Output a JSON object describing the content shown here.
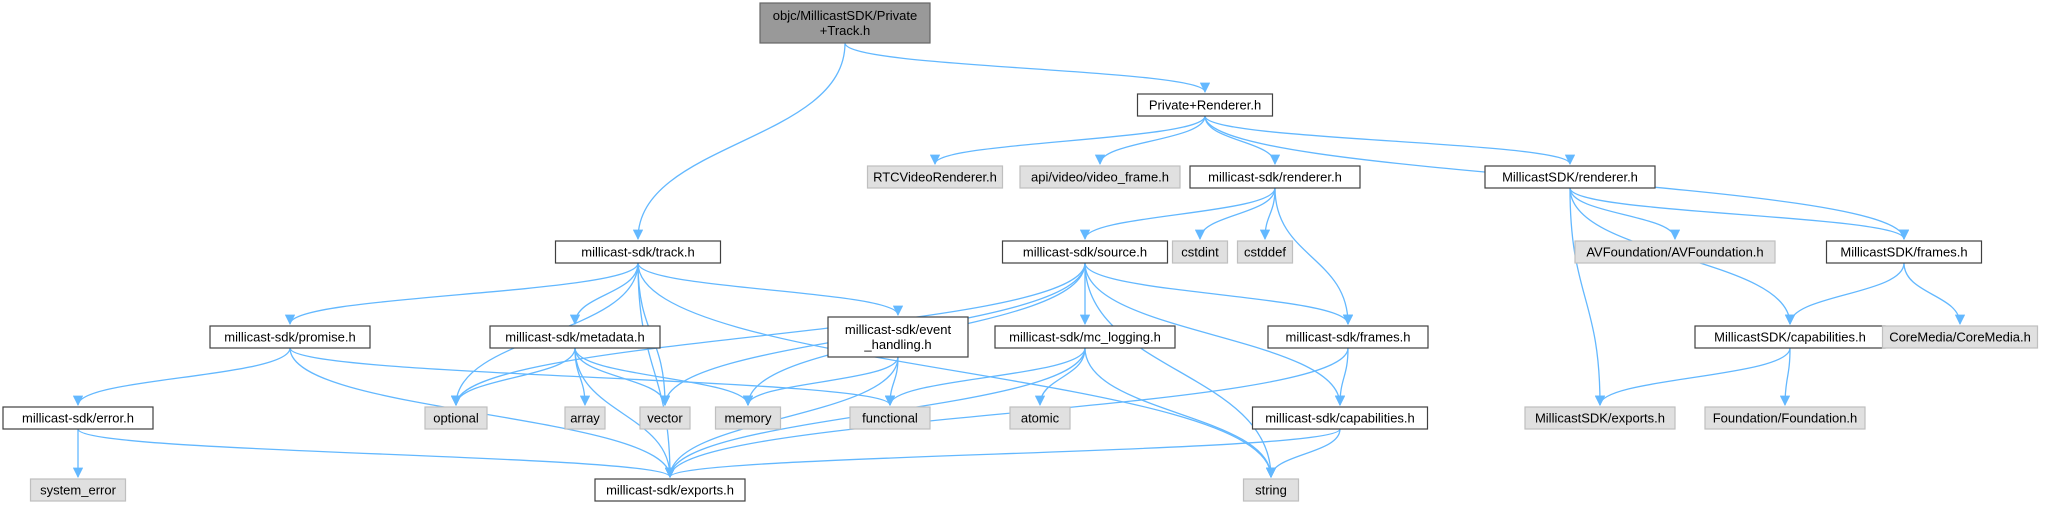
{
  "graph": {
    "nodes": [
      {
        "id": "root",
        "label": [
          "objc/MillicastSDK/Private",
          "+Track.h"
        ],
        "kind": "root"
      },
      {
        "id": "prenderer",
        "label": [
          "Private+Renderer.h"
        ],
        "kind": "local"
      },
      {
        "id": "rtcvideo",
        "label": [
          "RTCVideoRenderer.h"
        ],
        "kind": "system"
      },
      {
        "id": "videoframe",
        "label": [
          "api/video/video_frame.h"
        ],
        "kind": "system"
      },
      {
        "id": "mrenderer",
        "label": [
          "millicast-sdk/renderer.h"
        ],
        "kind": "local"
      },
      {
        "id": "MSrenderer",
        "label": [
          "MillicastSDK/renderer.h"
        ],
        "kind": "local"
      },
      {
        "id": "track",
        "label": [
          "millicast-sdk/track.h"
        ],
        "kind": "local"
      },
      {
        "id": "source",
        "label": [
          "millicast-sdk/source.h"
        ],
        "kind": "local"
      },
      {
        "id": "cstdint",
        "label": [
          "cstdint"
        ],
        "kind": "system"
      },
      {
        "id": "cstddef",
        "label": [
          "cstddef"
        ],
        "kind": "system"
      },
      {
        "id": "avf",
        "label": [
          "AVFoundation/AVFoundation.h"
        ],
        "kind": "system"
      },
      {
        "id": "MSframes",
        "label": [
          "MillicastSDK/frames.h"
        ],
        "kind": "local"
      },
      {
        "id": "promise",
        "label": [
          "millicast-sdk/promise.h"
        ],
        "kind": "local"
      },
      {
        "id": "metadata",
        "label": [
          "millicast-sdk/metadata.h"
        ],
        "kind": "local"
      },
      {
        "id": "event",
        "label": [
          "millicast-sdk/event",
          "_handling.h"
        ],
        "kind": "local"
      },
      {
        "id": "mclog",
        "label": [
          "millicast-sdk/mc_logging.h"
        ],
        "kind": "local"
      },
      {
        "id": "mframes",
        "label": [
          "millicast-sdk/frames.h"
        ],
        "kind": "local"
      },
      {
        "id": "MScap",
        "label": [
          "MillicastSDK/capabilities.h"
        ],
        "kind": "local"
      },
      {
        "id": "coremedia",
        "label": [
          "CoreMedia/CoreMedia.h"
        ],
        "kind": "system"
      },
      {
        "id": "error",
        "label": [
          "millicast-sdk/error.h"
        ],
        "kind": "local"
      },
      {
        "id": "optional",
        "label": [
          "optional"
        ],
        "kind": "system"
      },
      {
        "id": "array",
        "label": [
          "array"
        ],
        "kind": "system"
      },
      {
        "id": "vector",
        "label": [
          "vector"
        ],
        "kind": "system"
      },
      {
        "id": "memory",
        "label": [
          "memory"
        ],
        "kind": "system"
      },
      {
        "id": "functional",
        "label": [
          "functional"
        ],
        "kind": "system"
      },
      {
        "id": "atomic",
        "label": [
          "atomic"
        ],
        "kind": "system"
      },
      {
        "id": "mcap",
        "label": [
          "millicast-sdk/capabilities.h"
        ],
        "kind": "local"
      },
      {
        "id": "MSexports",
        "label": [
          "MillicastSDK/exports.h"
        ],
        "kind": "system"
      },
      {
        "id": "foundation",
        "label": [
          "Foundation/Foundation.h"
        ],
        "kind": "system"
      },
      {
        "id": "syserr",
        "label": [
          "system_error"
        ],
        "kind": "system"
      },
      {
        "id": "mexports",
        "label": [
          "millicast-sdk/exports.h"
        ],
        "kind": "local"
      },
      {
        "id": "string",
        "label": [
          "string"
        ],
        "kind": "system"
      }
    ],
    "edges": [
      [
        "root",
        "prenderer"
      ],
      [
        "root",
        "track"
      ],
      [
        "prenderer",
        "rtcvideo"
      ],
      [
        "prenderer",
        "videoframe"
      ],
      [
        "prenderer",
        "mrenderer"
      ],
      [
        "prenderer",
        "MSrenderer"
      ],
      [
        "prenderer",
        "MSframes"
      ],
      [
        "mrenderer",
        "source"
      ],
      [
        "mrenderer",
        "cstdint"
      ],
      [
        "mrenderer",
        "cstddef"
      ],
      [
        "mrenderer",
        "mframes"
      ],
      [
        "MSrenderer",
        "avf"
      ],
      [
        "MSrenderer",
        "MSframes"
      ],
      [
        "MSrenderer",
        "MScap"
      ],
      [
        "MSrenderer",
        "MSexports"
      ],
      [
        "MSframes",
        "MScap"
      ],
      [
        "MSframes",
        "coremedia"
      ],
      [
        "MScap",
        "MSexports"
      ],
      [
        "MScap",
        "foundation"
      ],
      [
        "track",
        "promise"
      ],
      [
        "track",
        "metadata"
      ],
      [
        "track",
        "event"
      ],
      [
        "track",
        "optional"
      ],
      [
        "track",
        "vector"
      ],
      [
        "track",
        "mexports"
      ],
      [
        "track",
        "string"
      ],
      [
        "source",
        "optional"
      ],
      [
        "source",
        "vector"
      ],
      [
        "source",
        "memory"
      ],
      [
        "source",
        "mclog"
      ],
      [
        "source",
        "mframes"
      ],
      [
        "source",
        "mcap"
      ],
      [
        "source",
        "string"
      ],
      [
        "promise",
        "error"
      ],
      [
        "promise",
        "functional"
      ],
      [
        "promise",
        "mexports"
      ],
      [
        "metadata",
        "optional"
      ],
      [
        "metadata",
        "array"
      ],
      [
        "metadata",
        "vector"
      ],
      [
        "metadata",
        "memory"
      ],
      [
        "metadata",
        "mexports"
      ],
      [
        "event",
        "memory"
      ],
      [
        "event",
        "functional"
      ],
      [
        "event",
        "mexports"
      ],
      [
        "mclog",
        "functional"
      ],
      [
        "mclog",
        "atomic"
      ],
      [
        "mclog",
        "string"
      ],
      [
        "mclog",
        "mexports"
      ],
      [
        "mframes",
        "mcap"
      ],
      [
        "mframes",
        "mexports"
      ],
      [
        "mcap",
        "string"
      ],
      [
        "mcap",
        "mexports"
      ],
      [
        "error",
        "syserr"
      ],
      [
        "error",
        "mexports"
      ]
    ]
  },
  "colors": {
    "edge": "#63b8ff",
    "root_fill": "#999999",
    "system_fill": "#e0e0e0",
    "local_fill": "#ffffff"
  }
}
